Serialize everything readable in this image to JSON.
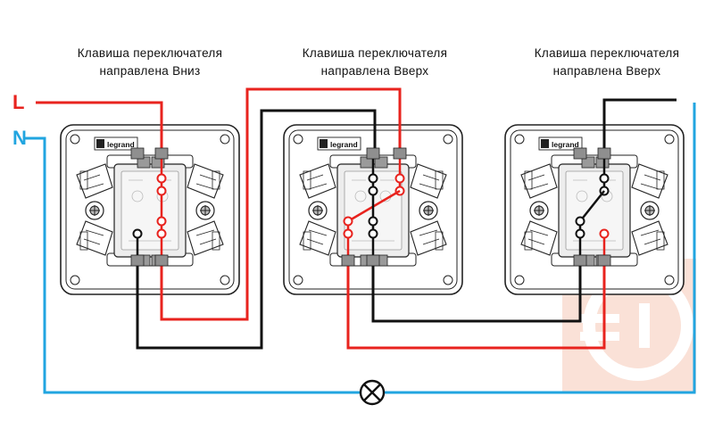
{
  "captions": [
    {
      "line1": "Клавиша переключателя",
      "line2": "направлена Вниз"
    },
    {
      "line1": "Клавиша переключателя",
      "line2": "направлена Вверх"
    },
    {
      "line1": "Клавиша переключателя",
      "line2": "направлена Вверх"
    }
  ],
  "terminals": {
    "phase": "L",
    "neutral": "N"
  },
  "brand": "legrand",
  "colors": {
    "phase": "#e8231e",
    "neutral": "#21a5e0",
    "conductor": "#111111",
    "watermark": "#f6c9b8"
  },
  "icons": {
    "lamp": "lamp-icon",
    "watermark": "plug-logo-watermark"
  }
}
